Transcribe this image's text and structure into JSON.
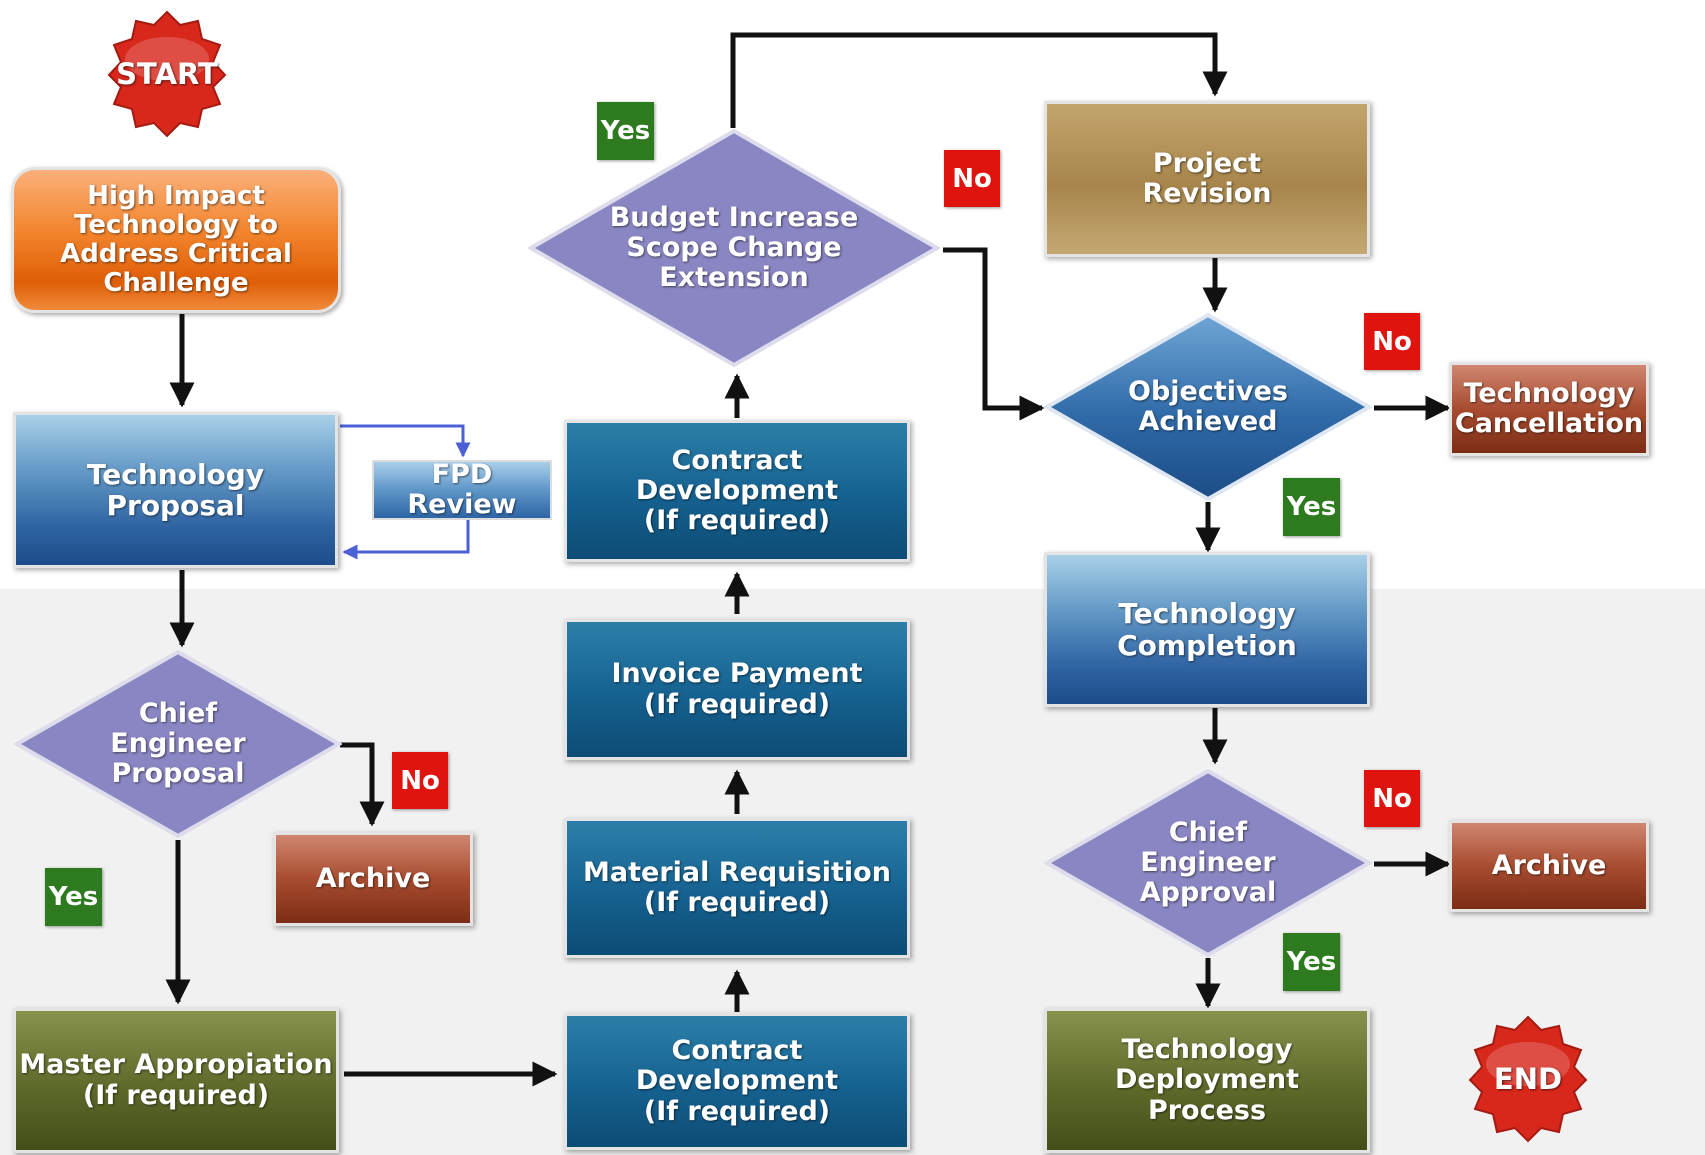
{
  "colors": {
    "arrow": "#111111",
    "review_arrow": "#4b5fd6",
    "diamond_fill": "#8a86c3",
    "diamond_blue_fill": "#2f6aa8",
    "yes": "#2e7a1e",
    "no": "#e0140f",
    "badge": "#d8281c"
  },
  "badges": {
    "start": "START",
    "end": "END"
  },
  "nodes": {
    "high_impact": "High Impact\nTechnology to\nAddress Critical\nChallenge",
    "technology_proposal": "Technology\nProposal",
    "fpd_review": "FPD Review",
    "chief_engineer_proposal": "Chief\nEngineer\nProposal",
    "archive_left": "Archive",
    "master_appropiation": "Master Appropiation\n(If required)",
    "contract_development_bottom": "Contract Development\n(If required)",
    "material_requisition": "Material Requisition\n(If required)",
    "invoice_payment": "Invoice Payment\n(If required)",
    "contract_development_top": "Contract Development\n(If required)",
    "budget_increase": "Budget Increase\nScope Change\nExtension",
    "project_revision": "Project\nRevision",
    "objectives_achieved": "Objectives\nAchieved",
    "technology_cancellation": "Technology\nCancellation",
    "technology_completion": "Technology\nCompletion",
    "chief_engineer_approval": "Chief\nEngineer\nApproval",
    "archive_right": "Archive",
    "technology_deployment": "Technology\nDeployment\nProcess"
  },
  "tags": {
    "yes_budget": "Yes",
    "no_budget": "No",
    "no_proposal": "No",
    "yes_proposal": "Yes",
    "no_objectives": "No",
    "yes_objectives": "Yes",
    "no_approval": "No",
    "yes_approval": "Yes"
  }
}
